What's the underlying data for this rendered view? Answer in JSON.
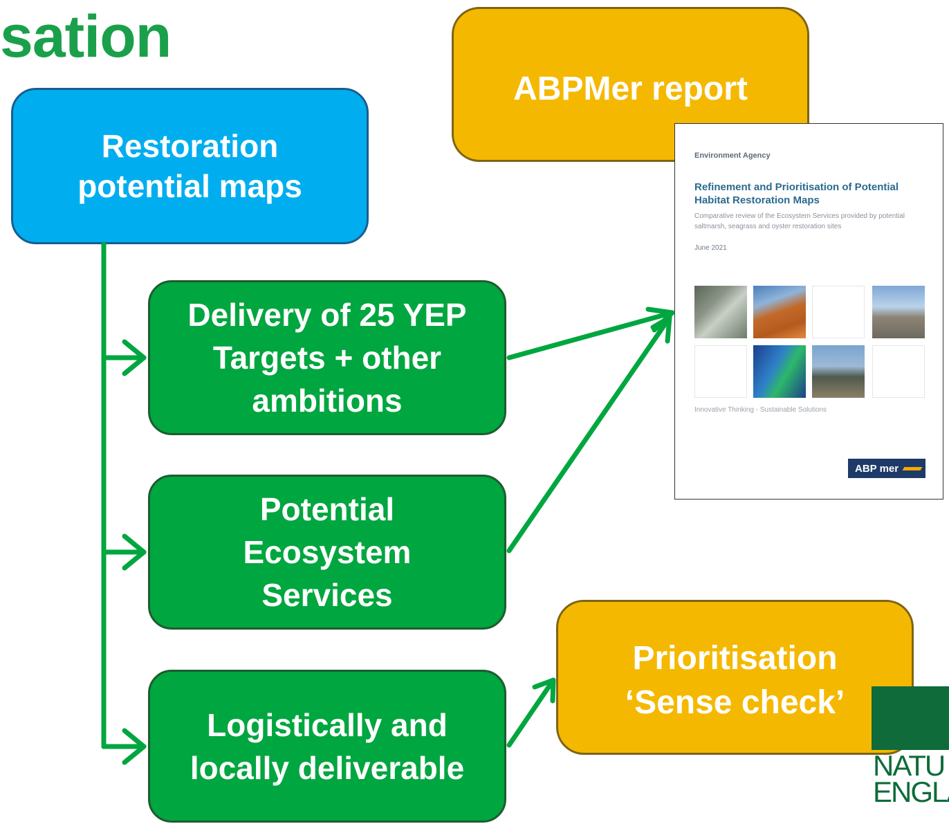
{
  "title": "sation",
  "nodes": {
    "restoration": "Restoration potential maps",
    "delivery": "Delivery of 25 YEP Targets + other ambitions",
    "ecosystem": "Potential Ecosystem Services",
    "logistic": "Logistically and locally deliverable",
    "abpmer": "ABPMer report",
    "prioritisation": "Prioritisation ‘Sense check’"
  },
  "report": {
    "agency": "Environment Agency",
    "title": "Refinement and Prioritisation of Potential Habitat Restoration Maps",
    "subtitle": "Comparative review of the Ecosystem Services provided by potential saltmarsh, seagrass and oyster restoration sites",
    "date": "June 2021",
    "footer": "Innovative Thinking - Sustainable Solutions",
    "logo": "ABP mer"
  },
  "logo": {
    "text": "NATU\nENGLA"
  },
  "colors": {
    "title": "#1aa04a",
    "blue_box": "#00aeef",
    "green_box": "#00a63f",
    "orange_box": "#f5b800",
    "connector": "#00a63f"
  }
}
